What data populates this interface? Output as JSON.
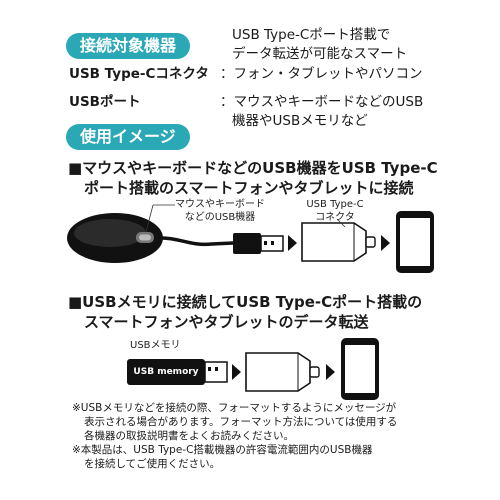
{
  "sections": {
    "target_label": "接続対象機器",
    "usage_label": "使用イメージ"
  },
  "target": {
    "typec_name": "USB Type-Cコネクタ",
    "typec_desc_1": "USB Type-Cポート搭載で",
    "typec_desc_2": "データ転送が可能なスマート",
    "typec_desc_3": "：フォン・タブレットやパソコン",
    "usb_name": "USBポート",
    "usb_desc_1": "：マウスやキーボードなどのUSB",
    "usb_desc_2": "機器やUSBメモリなど"
  },
  "usage1": {
    "heading_1": "■マウスやキーボードなどのUSB機器をUSB Type-C",
    "heading_2": "ポート搭載のスマートフォンやタブレットに接続",
    "label_device_1": "マウスやキーボード",
    "label_device_2": "などのUSB機器",
    "label_conn_1": "USB Type-C",
    "label_conn_2": "コネクタ"
  },
  "usage2": {
    "heading_1": "■USBメモリに接続してUSB Type-Cポート搭載の",
    "heading_2": "スマートフォンやタブレットのデータ転送",
    "label_memory": "USBメモリ",
    "memory_text": "USB memory"
  },
  "notes": {
    "note1_1": "※USBメモリなどを接続の際、フォーマットするようにメッセージが",
    "note1_2": "表示される場合があります。フォーマット方法については使用する",
    "note1_3": "各機器の取扱説明書をよくお読みください。",
    "note2_1": "※本製品は、USB Type-C搭載機器の許容電流範囲内のUSB機器",
    "note2_2": "を接続してご使用ください。"
  }
}
